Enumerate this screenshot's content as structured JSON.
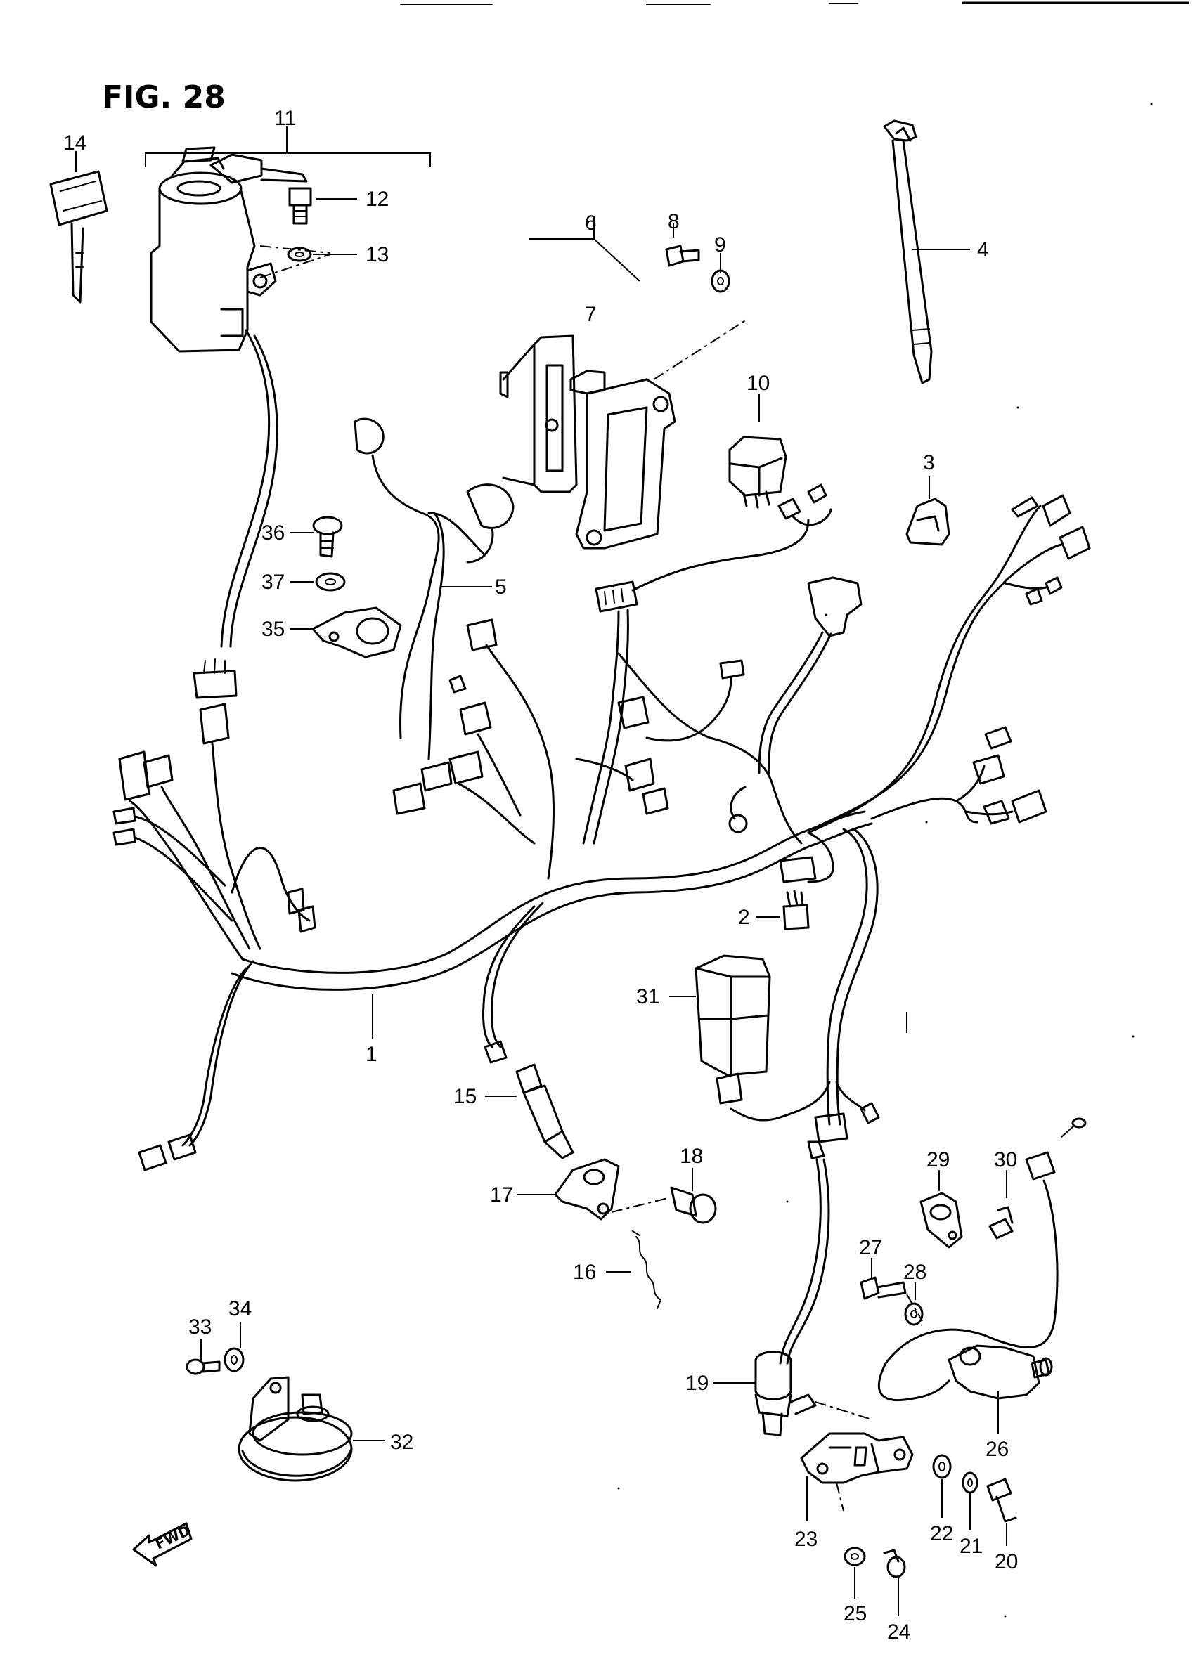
{
  "figure": {
    "title": "FIG. 28",
    "forward_marker": "FWD"
  },
  "callouts": [
    {
      "id": "c1",
      "label": "1"
    },
    {
      "id": "c2",
      "label": "2"
    },
    {
      "id": "c3",
      "label": "3"
    },
    {
      "id": "c4",
      "label": "4"
    },
    {
      "id": "c5",
      "label": "5"
    },
    {
      "id": "c6",
      "label": "6"
    },
    {
      "id": "c7",
      "label": "7"
    },
    {
      "id": "c8",
      "label": "8"
    },
    {
      "id": "c9",
      "label": "9"
    },
    {
      "id": "c10",
      "label": "10"
    },
    {
      "id": "c11",
      "label": "11"
    },
    {
      "id": "c12",
      "label": "12"
    },
    {
      "id": "c13",
      "label": "13"
    },
    {
      "id": "c14",
      "label": "14"
    },
    {
      "id": "c15",
      "label": "15"
    },
    {
      "id": "c16",
      "label": "16"
    },
    {
      "id": "c17",
      "label": "17"
    },
    {
      "id": "c18",
      "label": "18"
    },
    {
      "id": "c19",
      "label": "19"
    },
    {
      "id": "c20",
      "label": "20"
    },
    {
      "id": "c21",
      "label": "21"
    },
    {
      "id": "c22",
      "label": "22"
    },
    {
      "id": "c23",
      "label": "23"
    },
    {
      "id": "c24",
      "label": "24"
    },
    {
      "id": "c25",
      "label": "25"
    },
    {
      "id": "c26",
      "label": "26"
    },
    {
      "id": "c27",
      "label": "27"
    },
    {
      "id": "c28",
      "label": "28"
    },
    {
      "id": "c29",
      "label": "29"
    },
    {
      "id": "c30",
      "label": "30"
    },
    {
      "id": "c31",
      "label": "31"
    },
    {
      "id": "c32",
      "label": "32"
    },
    {
      "id": "c33",
      "label": "33"
    },
    {
      "id": "c34",
      "label": "34"
    },
    {
      "id": "c35",
      "label": "35"
    },
    {
      "id": "c36",
      "label": "36"
    },
    {
      "id": "c37",
      "label": "37"
    }
  ]
}
